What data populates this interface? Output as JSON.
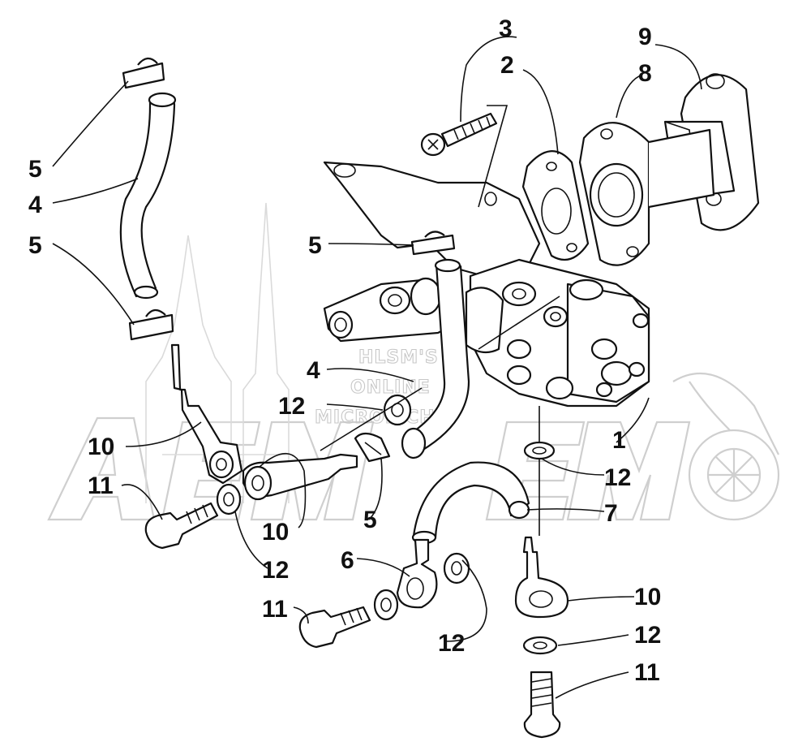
{
  "watermark": {
    "line1": "HLSM'S",
    "line2": "ONLINE",
    "line3": "MICROFICHE"
  },
  "callouts": [
    {
      "id": "c1",
      "label": "1"
    },
    {
      "id": "c2",
      "label": "2"
    },
    {
      "id": "c3",
      "label": "3"
    },
    {
      "id": "c4a",
      "label": "4"
    },
    {
      "id": "c4b",
      "label": "4"
    },
    {
      "id": "c5a",
      "label": "5"
    },
    {
      "id": "c5b",
      "label": "5"
    },
    {
      "id": "c5c",
      "label": "5"
    },
    {
      "id": "c5d",
      "label": "5"
    },
    {
      "id": "c6",
      "label": "6"
    },
    {
      "id": "c7",
      "label": "7"
    },
    {
      "id": "c8",
      "label": "8"
    },
    {
      "id": "c9",
      "label": "9"
    },
    {
      "id": "c10a",
      "label": "10"
    },
    {
      "id": "c10b",
      "label": "10"
    },
    {
      "id": "c10c",
      "label": "10"
    },
    {
      "id": "c11a",
      "label": "11"
    },
    {
      "id": "c11b",
      "label": "11"
    },
    {
      "id": "c11c",
      "label": "11"
    },
    {
      "id": "c12a",
      "label": "12"
    },
    {
      "id": "c12b",
      "label": "12"
    },
    {
      "id": "c12c",
      "label": "12"
    },
    {
      "id": "c12d",
      "label": "12"
    }
  ]
}
